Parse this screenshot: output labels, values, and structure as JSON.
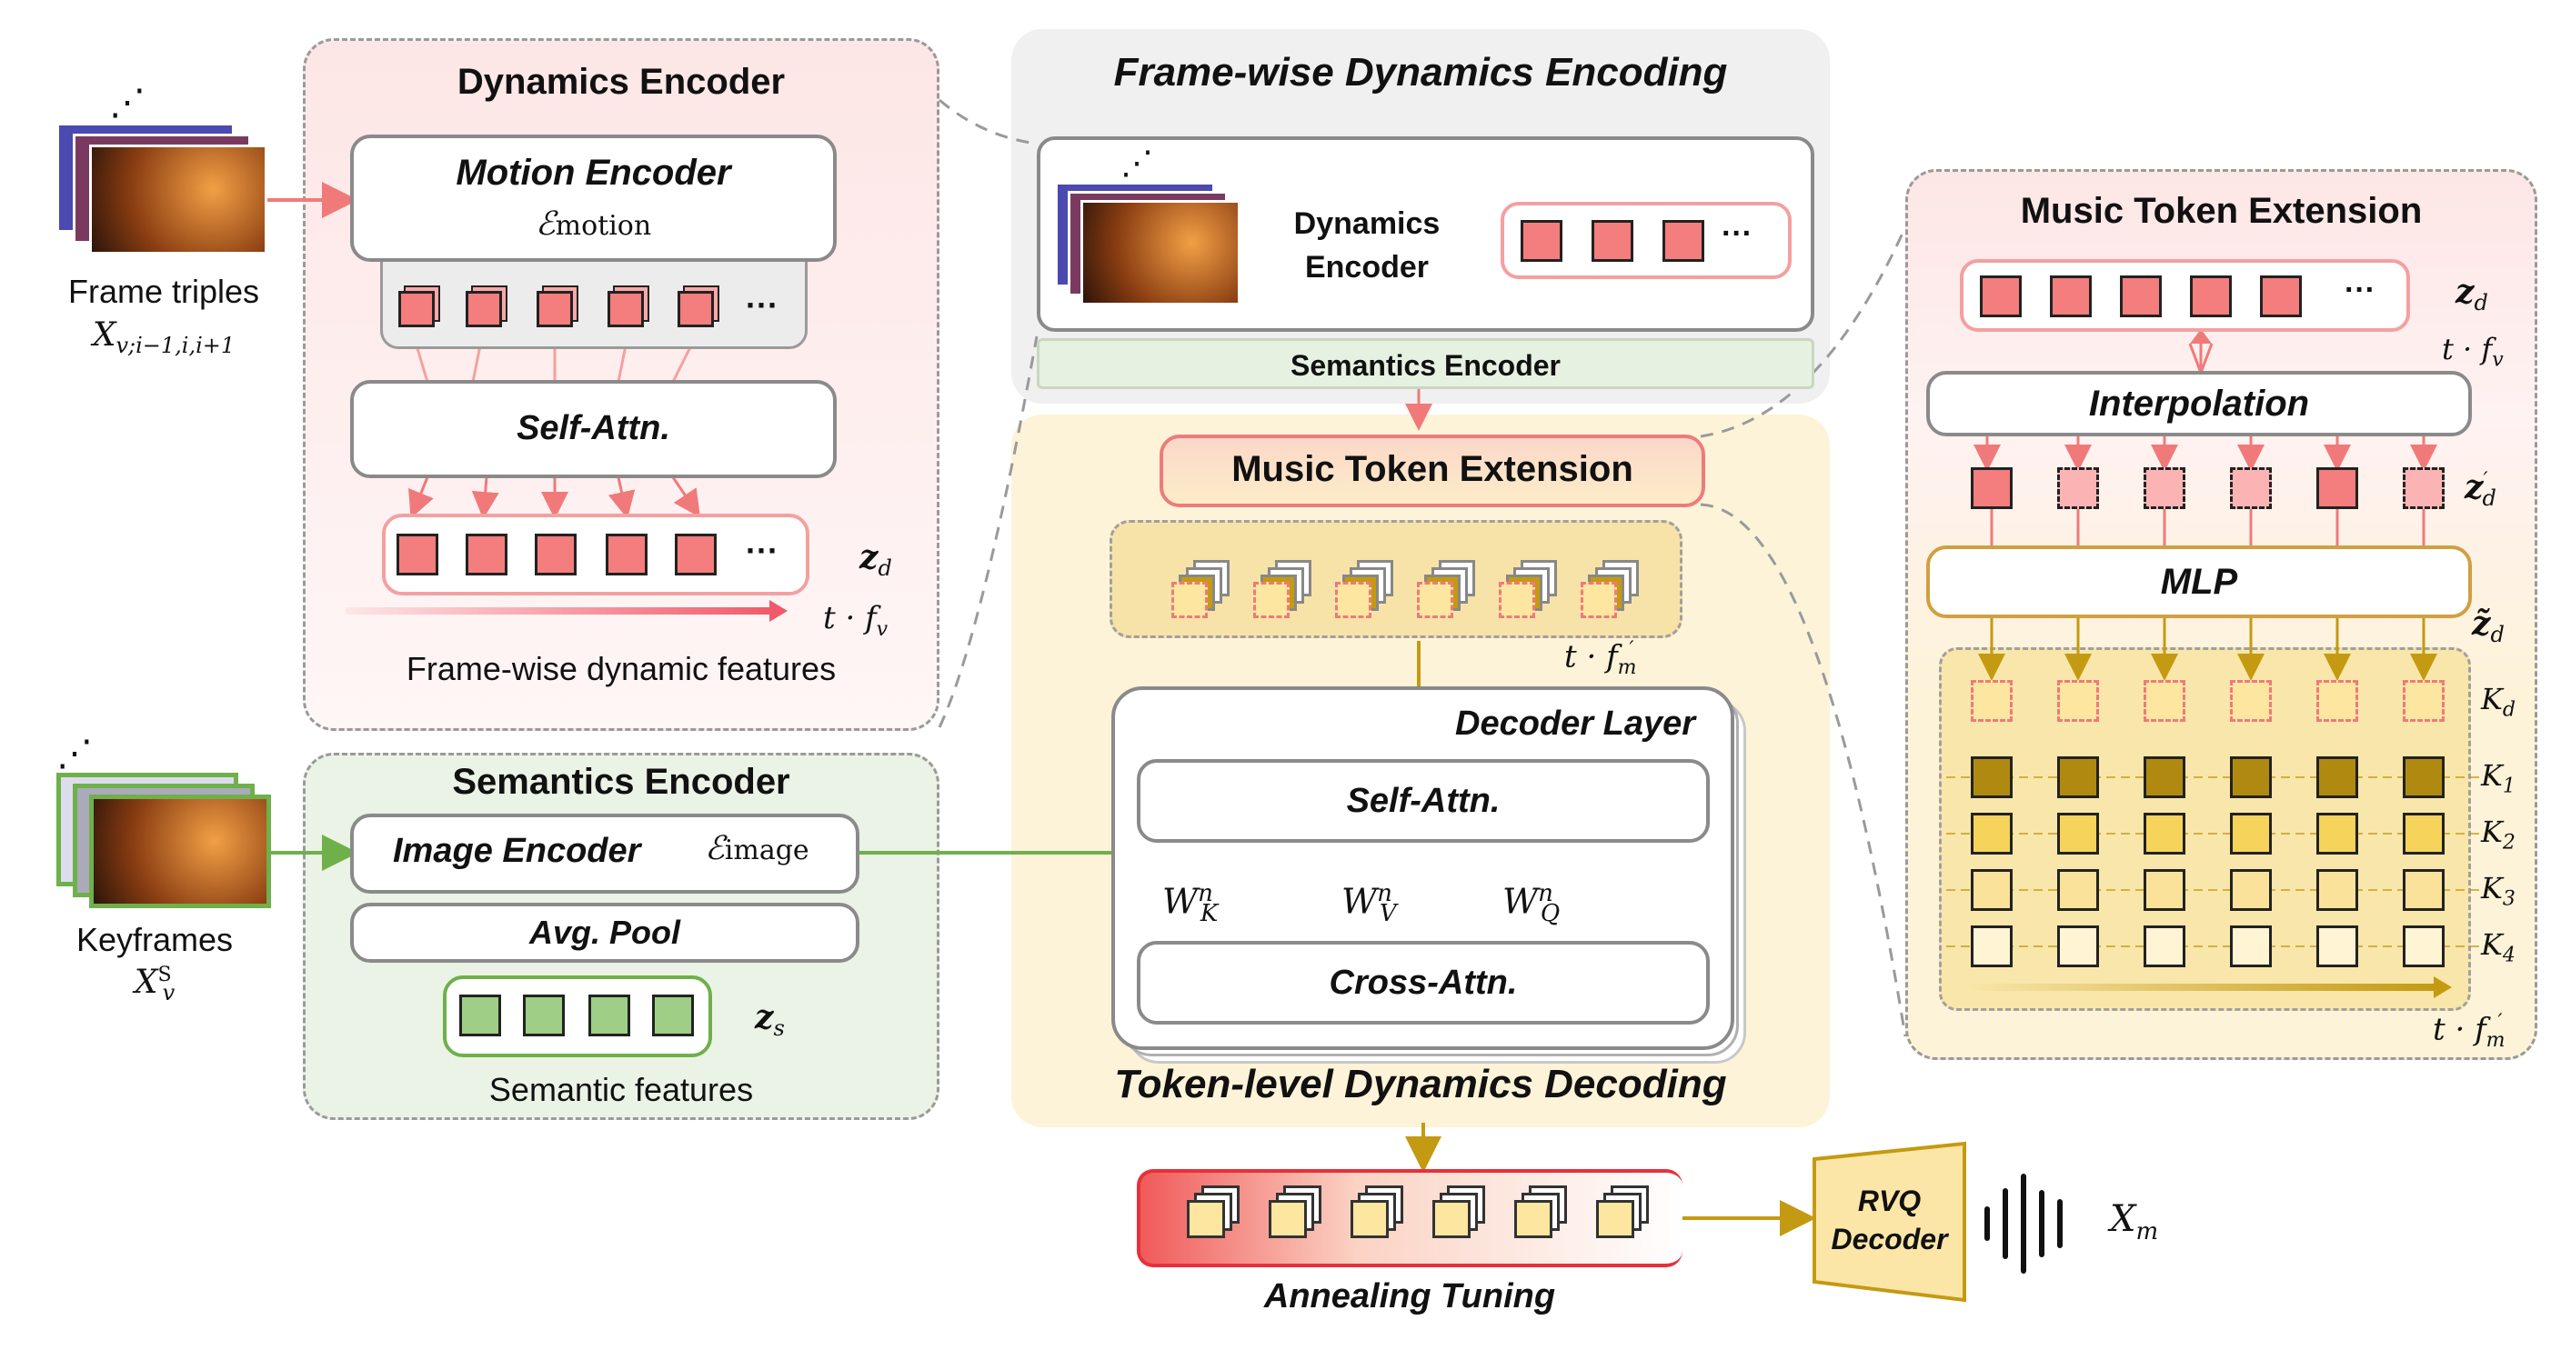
{
  "input": {
    "frame_triples_label": "Frame triples",
    "frame_triples_math": "X_{v;i−1,i,i+1}",
    "keyframes_label": "Keyframes",
    "keyframes_math": "X_v^S"
  },
  "dynamics_encoder": {
    "title": "Dynamics Encoder",
    "motion_encoder": "Motion Encoder",
    "motion_symbol": "ℰmotion",
    "self_attn": "Self-Attn.",
    "zd": "zd",
    "axis": "t · fv",
    "caption": "Frame-wise dynamic features",
    "ellipsis": "···"
  },
  "semantics_encoder": {
    "title": "Semantics Encoder",
    "image_encoder": "Image Encoder",
    "image_symbol": "ℰimage",
    "avg_pool": "Avg. Pool",
    "zs": "zs",
    "caption": "Semantic features"
  },
  "frame_wise": {
    "title": "Frame-wise Dynamics Encoding",
    "dyn_encoder": "Dynamics\nEncoder",
    "sem_encoder": "Semantics Encoder"
  },
  "token_level": {
    "music_token_ext": "Music Token Extension",
    "axis": "t · f′m",
    "decoder_layer": "Decoder Layer",
    "self_attn": "Self-Attn.",
    "cross_attn": "Cross-Attn.",
    "wk": "W",
    "wv": "W",
    "wq": "W",
    "title": "Token-level Dynamics Decoding"
  },
  "bottom": {
    "annealing": "Annealing Tuning",
    "rvq": "RVQ\nDecoder",
    "xm": "X"
  },
  "music_ext": {
    "title": "Music Token Extension",
    "zd": "zd",
    "axis_top": "t · fv",
    "interpolation": "Interpolation",
    "zd_prime": "z′d",
    "mlp": "MLP",
    "zd_tilde": "z̃d",
    "k_labels": [
      "Kd",
      "K1",
      "K2",
      "K3",
      "K4"
    ],
    "axis_bottom": "t · f′m"
  },
  "colors": {
    "pink": "#f47d7d",
    "pink_light": "#fbb3b3",
    "green": "#6fb04a",
    "gold": "#c49a12",
    "yellow_bg": "#fdf5dd"
  }
}
